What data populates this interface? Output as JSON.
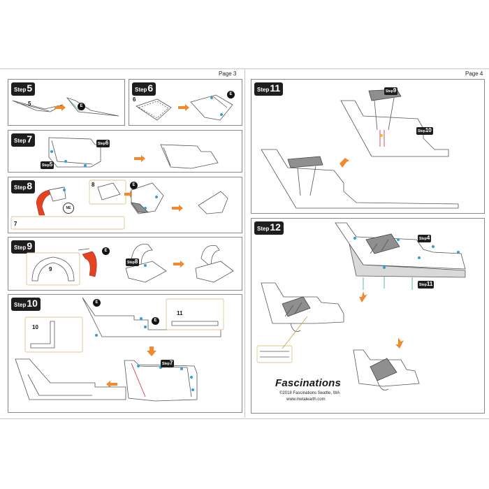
{
  "pages": {
    "left": "Page 3",
    "right": "Page 4"
  },
  "step_word": "Step",
  "steps": {
    "s5": "5",
    "s6": "6",
    "s7": "7",
    "s8": "8",
    "s9": "9",
    "s10": "10",
    "s11": "11",
    "s12": "12"
  },
  "refs": {
    "r6": "6",
    "r5": "5",
    "r8": "8",
    "r7": "7",
    "r9": "9",
    "r10": "10",
    "r4": "4",
    "r11": "11"
  },
  "parts": {
    "p5": "5",
    "p6": "6",
    "p8": "8",
    "p7": "7",
    "p9": "9",
    "p10": "10",
    "p11": "11"
  },
  "markers": {
    "e": "E",
    "ne": "NE"
  },
  "brand": "Fascinations",
  "copyright": "©2018 Fascinations Seattle, WA",
  "website": "www.metalearth.com",
  "colors": {
    "arrow": "#f08a2c",
    "tab_dot": "#2f9fdb",
    "highlight": "#e4431f",
    "inset_border": "#e0c68c"
  }
}
